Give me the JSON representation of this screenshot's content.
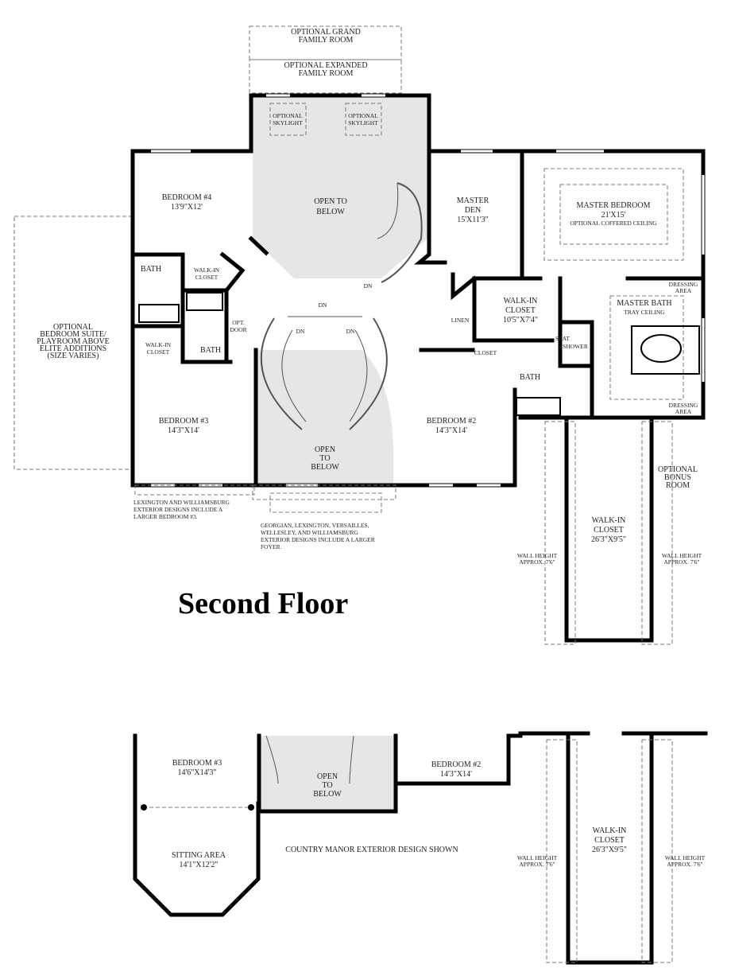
{
  "title": "Second Floor",
  "rooms": {
    "grand_family": [
      "OPTIONAL GRAND",
      "FAMILY ROOM"
    ],
    "expanded_family": [
      "OPTIONAL EXPANDED",
      "FAMILY ROOM"
    ],
    "skylight": [
      "OPTIONAL",
      "SKYLIGHT"
    ],
    "open_upper": [
      "OPEN TO",
      "BELOW"
    ],
    "bedroom4": [
      "BEDROOM #4",
      "13'9\"X12'"
    ],
    "master_den": [
      "MASTER",
      "DEN",
      "15'X11'3\""
    ],
    "master_bedroom": [
      "MASTER BEDROOM",
      "21'X15'",
      "OPTIONAL COFFERED CEILING"
    ],
    "bath": "BATH",
    "walkin_closet_small": [
      "WALK-IN",
      "CLOSET"
    ],
    "opt_door": [
      "OPT.",
      "DOOR"
    ],
    "optional_suite": [
      "OPTIONAL",
      "BEDROOM SUITE/",
      "PLAYROOM ABOVE",
      "ELITE ADDITIONS",
      "(SIZE VARIES)"
    ],
    "dn": "DN",
    "linen": "LINEN",
    "closet": "CLOSET",
    "master_walkin": [
      "WALK-IN",
      "CLOSET",
      "10'5\"X7'4\""
    ],
    "seat": "SEAT",
    "shower": "SHOWER",
    "master_bath": [
      "MASTER BATH",
      "TRAY CEILING"
    ],
    "dressing": [
      "DRESSING",
      "AREA"
    ],
    "bedroom3": [
      "BEDROOM #3",
      "14'3\"X14'"
    ],
    "open_lower": [
      "OPEN",
      "TO",
      "BELOW"
    ],
    "bedroom2": [
      "BEDROOM #2",
      "14'3\"X14'"
    ],
    "bonus": [
      "OPTIONAL",
      "BONUS",
      "ROOM"
    ],
    "long_closet": [
      "WALK-IN",
      "CLOSET",
      "26'3\"X9'5\""
    ],
    "wall_height": [
      "WALL HEIGHT",
      "APPROX. 7'6\""
    ]
  },
  "notes": {
    "bedroom3_note": [
      "LEXINGTON AND WILLIAMSBURG",
      "EXTERIOR DESIGNS INCLUDE A",
      "LARGER BEDROOM #3."
    ],
    "foyer_note": [
      "GEORGIAN, LEXINGTON, VERSAILLES,",
      "WELLESLEY, AND WILLIAMSBURG",
      "EXTERIOR DESIGNS INCLUDE A LARGER",
      "FOYER."
    ]
  },
  "country_manor": {
    "bedroom3": [
      "BEDROOM #3",
      "14'6\"X14'3\""
    ],
    "open": [
      "OPEN",
      "TO",
      "BELOW"
    ],
    "bedroom2": [
      "BEDROOM #2",
      "14'3\"X14'"
    ],
    "sitting": [
      "SITTING AREA",
      "14'1\"X12'2\""
    ],
    "caption": "COUNTRY MANOR EXTERIOR DESIGN SHOWN",
    "long_closet": [
      "WALK-IN",
      "CLOSET",
      "26'3\"X9'5\""
    ],
    "wall_height": [
      "WALL HEIGHT",
      "APPROX. 7'6\""
    ]
  }
}
